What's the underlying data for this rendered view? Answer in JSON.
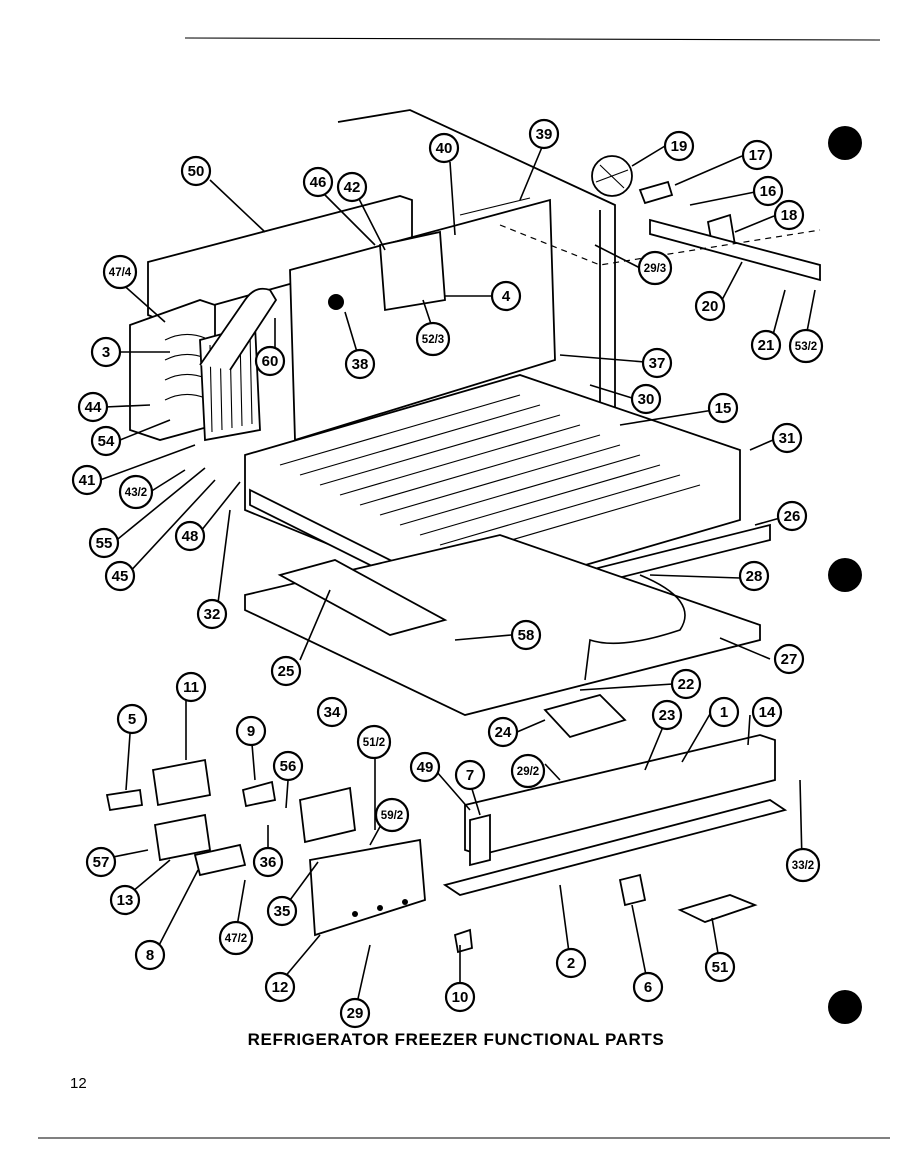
{
  "title": "REFRIGERATOR FREEZER FUNCTIONAL PARTS",
  "page_number": "12",
  "callouts": [
    {
      "id": "c50",
      "label": "50"
    },
    {
      "id": "c47-4",
      "label": "47/4"
    },
    {
      "id": "c3",
      "label": "3"
    },
    {
      "id": "c44",
      "label": "44"
    },
    {
      "id": "c54",
      "label": "54"
    },
    {
      "id": "c41",
      "label": "41"
    },
    {
      "id": "c43-2",
      "label": "43/2"
    },
    {
      "id": "c55",
      "label": "55"
    },
    {
      "id": "c45",
      "label": "45"
    },
    {
      "id": "c48",
      "label": "48"
    },
    {
      "id": "c32",
      "label": "32"
    },
    {
      "id": "c46",
      "label": "46"
    },
    {
      "id": "c42",
      "label": "42"
    },
    {
      "id": "c40",
      "label": "40"
    },
    {
      "id": "c39",
      "label": "39"
    },
    {
      "id": "c60",
      "label": "60"
    },
    {
      "id": "c38",
      "label": "38"
    },
    {
      "id": "c4",
      "label": "4"
    },
    {
      "id": "c52-3",
      "label": "52/3"
    },
    {
      "id": "c29-3",
      "label": "29/3"
    },
    {
      "id": "c37",
      "label": "37"
    },
    {
      "id": "c19",
      "label": "19"
    },
    {
      "id": "c17",
      "label": "17"
    },
    {
      "id": "c16",
      "label": "16"
    },
    {
      "id": "c18",
      "label": "18"
    },
    {
      "id": "c20",
      "label": "20"
    },
    {
      "id": "c21",
      "label": "21"
    },
    {
      "id": "c53-2",
      "label": "53/2"
    },
    {
      "id": "c30",
      "label": "30"
    },
    {
      "id": "c15",
      "label": "15"
    },
    {
      "id": "c31",
      "label": "31"
    },
    {
      "id": "c26",
      "label": "26"
    },
    {
      "id": "c28",
      "label": "28"
    },
    {
      "id": "c27",
      "label": "27"
    },
    {
      "id": "c25",
      "label": "25"
    },
    {
      "id": "c58",
      "label": "58"
    },
    {
      "id": "c22",
      "label": "22"
    },
    {
      "id": "c24",
      "label": "24"
    },
    {
      "id": "c23",
      "label": "23"
    },
    {
      "id": "c1",
      "label": "1"
    },
    {
      "id": "c14",
      "label": "14"
    },
    {
      "id": "c11",
      "label": "11"
    },
    {
      "id": "c5",
      "label": "5"
    },
    {
      "id": "c9",
      "label": "9"
    },
    {
      "id": "c34",
      "label": "34"
    },
    {
      "id": "c51-2",
      "label": "51/2"
    },
    {
      "id": "c56",
      "label": "56"
    },
    {
      "id": "c29-2",
      "label": "29/2"
    },
    {
      "id": "c49",
      "label": "49"
    },
    {
      "id": "c7",
      "label": "7"
    },
    {
      "id": "c59-2",
      "label": "59/2"
    },
    {
      "id": "c33-2",
      "label": "33/2"
    },
    {
      "id": "c57",
      "label": "57"
    },
    {
      "id": "c36",
      "label": "36"
    },
    {
      "id": "c13",
      "label": "13"
    },
    {
      "id": "c35",
      "label": "35"
    },
    {
      "id": "c47-2",
      "label": "47/2"
    },
    {
      "id": "c8",
      "label": "8"
    },
    {
      "id": "c12",
      "label": "12"
    },
    {
      "id": "c2",
      "label": "2"
    },
    {
      "id": "c6",
      "label": "6"
    },
    {
      "id": "c51",
      "label": "51"
    },
    {
      "id": "c10",
      "label": "10"
    },
    {
      "id": "c29",
      "label": "29"
    }
  ]
}
